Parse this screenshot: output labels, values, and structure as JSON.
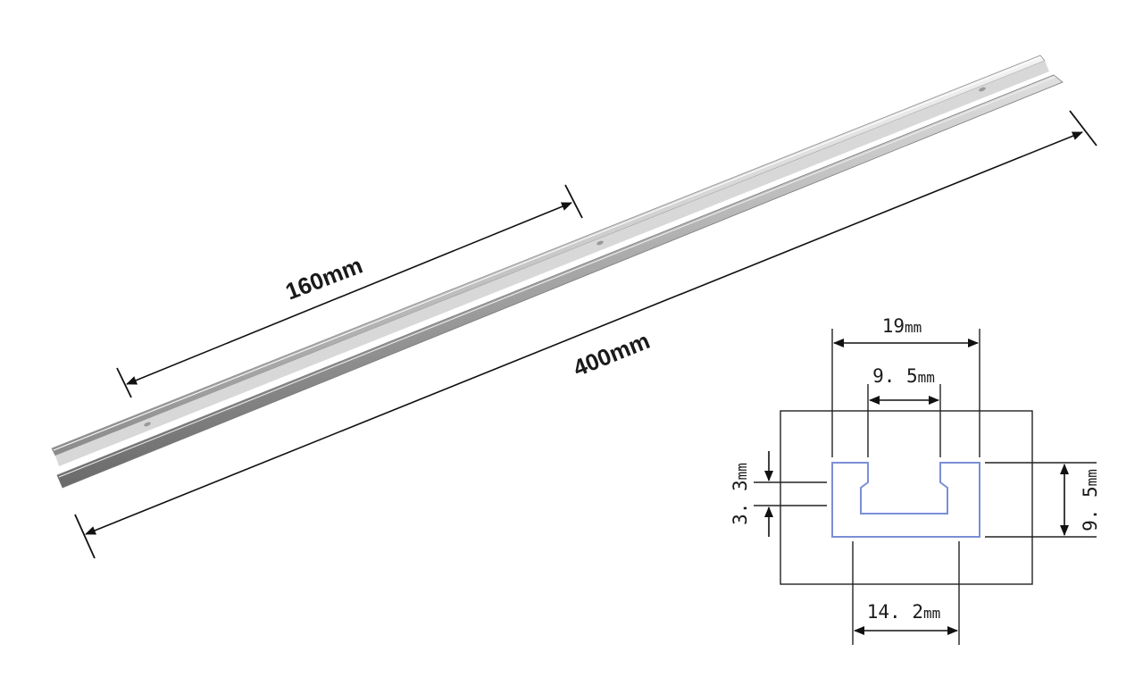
{
  "rail_view": {
    "short_length_label": "160mm",
    "full_length_label": "400mm"
  },
  "cross_section": {
    "top_width_label": "19",
    "top_width_unit": "mm",
    "slot_opening_label": "9. 5",
    "slot_opening_unit": "mm",
    "lip_height_label": "3. 3",
    "lip_height_unit": "mm",
    "total_height_label": "9. 5",
    "total_height_unit": "mm",
    "bottom_width_label": "14. 2",
    "bottom_width_unit": "mm",
    "profile_color": "#7b8fd6"
  }
}
